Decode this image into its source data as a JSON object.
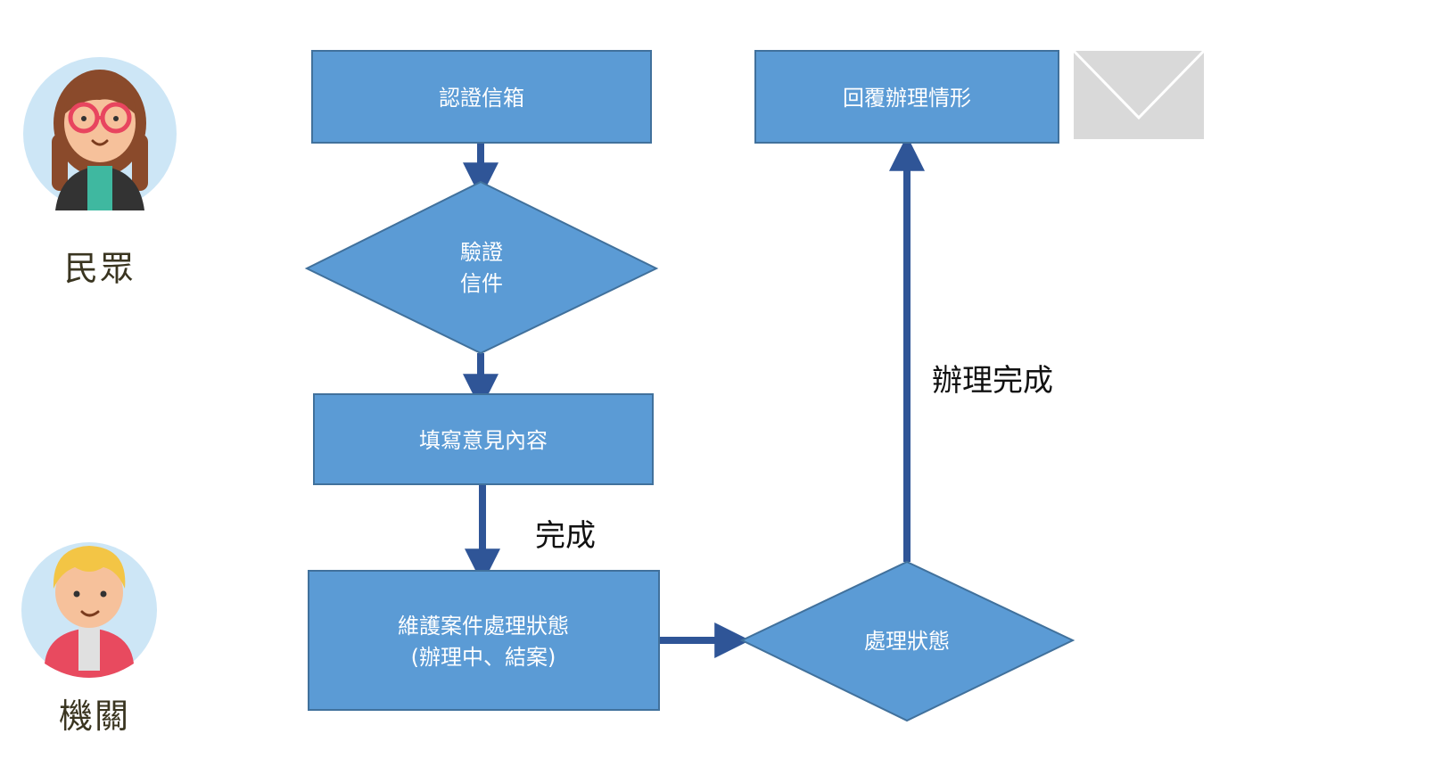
{
  "roles": {
    "citizen": "民眾",
    "agency": "機關"
  },
  "nodes": {
    "certify_mailbox": "認證信箱",
    "verify_letter_line1": "驗證",
    "verify_letter_line2": "信件",
    "fill_opinion": "填寫意見內容",
    "maintain_status_line1": "維護案件處理狀態",
    "maintain_status_line2": "(辦理中、結案)",
    "processing_status": "處理狀態",
    "reply_result": "回覆辦理情形"
  },
  "edges": {
    "complete": "完成",
    "handling_complete": "辦理完成"
  },
  "colors": {
    "node_fill": "#5b9bd5",
    "node_stroke": "#41719c",
    "arrow": "#2f5597",
    "envelope": "#d9d9d9"
  }
}
